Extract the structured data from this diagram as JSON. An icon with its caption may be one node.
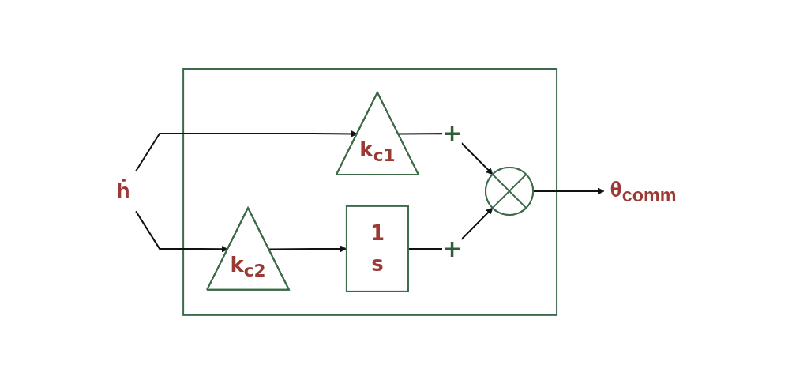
{
  "diagram": {
    "nodes": [
      {
        "text": [],
        "shape": "box"
      },
      {
        "text": [
          "ḣ"
        ]
      },
      {
        "text": [
          "k$_{c1}$"
        ],
        "in": 0
      },
      {
        "text": [
          "k$_{c2}$"
        ],
        "in": 0
      },
      {
        "text": [
          "1",
          "s"
        ],
        "in": 0
      },
      {
        "text": [],
        "shape": "circle",
        "in": 0
      },
      {
        "text": [
          "θ$_{comm}$"
        ]
      }
    ],
    "edges": [
      {
        "from": 1,
        "to": 2,
        "arrow": "to"
      },
      {
        "from": 1,
        "to": 3,
        "arrow": "to"
      },
      {
        "from": 2,
        "to": 5,
        "arrow": "to",
        "label": "+"
      },
      {
        "from": 3,
        "to": 4,
        "arrow": "to"
      },
      {
        "from": 4,
        "to": 5,
        "arrow": "to",
        "label": "+"
      },
      {
        "from": 5,
        "to": 6,
        "arrow": "to"
      }
    ]
  }
}
